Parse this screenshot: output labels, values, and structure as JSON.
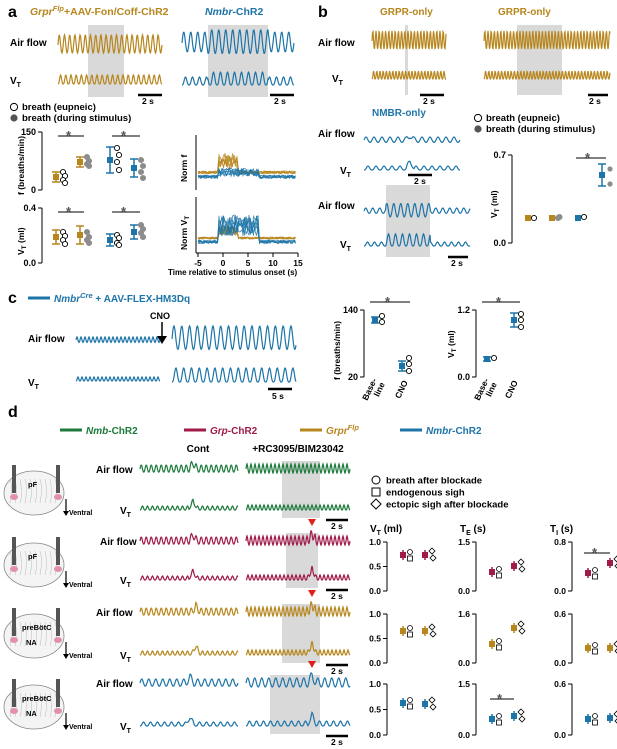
{
  "colors": {
    "grpr": "#b7861d",
    "nmbr": "#1d74a8",
    "nmb": "#1d7a3b",
    "grp": "#a01a4a",
    "shade": "#d9d9d9",
    "arrow": "#e0201b",
    "grey_dot": "#8c8c8c",
    "axis": "#000000"
  },
  "panel_a": {
    "letter": "a",
    "title_left_italic": "Grpr",
    "title_left_sup": "Flp",
    "title_left_rest": "+AAV-Fon/Coff-ChR2",
    "title_right_italic": "Nmbr",
    "title_right_rest": "-ChR2",
    "airflow_label": "Air flow",
    "vt_label": "V",
    "vt_sub": "T",
    "scale_left": "2 s",
    "scale_right": "2 s",
    "legend_eupneic": "breath (eupneic)",
    "legend_stimulus": "breath (during stimulus)",
    "f_ylabel": "f (breaths/min)",
    "f_ticks": [
      "150",
      "0"
    ],
    "vt_ylabel_main": "V",
    "vt_ylabel_sub": "T",
    "vt_ylabel_unit": " (ml)",
    "vt_ticks": [
      "0.4",
      "0.0"
    ],
    "star": "*",
    "norm_f_label": "Norm f",
    "norm_vt_label": "Norm V",
    "norm_vt_sub": "T",
    "time_ticks": [
      "-5",
      "0",
      "5",
      "10",
      "15"
    ],
    "time_label": "Time relative to stimulus onset (s)"
  },
  "panel_b": {
    "letter": "b",
    "grpr_only_1": "GRPR-only",
    "grpr_only_2": "GRPR-only",
    "nmbr_only": "NMBR-only",
    "airflow_label": "Air flow",
    "vt_label": "V",
    "vt_sub": "T",
    "scale": "2 s",
    "legend_eupneic": "breath (eupneic)",
    "legend_stimulus": "breath (during stimulus)",
    "ylabel_main": "V",
    "ylabel_sub": "T",
    "ylabel_unit": " (ml)",
    "ticks": [
      "0.7",
      "0.0"
    ],
    "star": "*"
  },
  "panel_c": {
    "letter": "c",
    "title_italic": "Nmbr",
    "title_sup": "Cre",
    "title_rest": " + AAV-FLEX-HM3Dq",
    "cno_label": "CNO",
    "airflow_label": "Air flow",
    "vt_label": "V",
    "vt_sub": "T",
    "scale": "5 s",
    "f_ylabel": "f (breaths/min)",
    "f_ticks": [
      "140",
      "20"
    ],
    "vt_ylabel_main": "V",
    "vt_ylabel_sub": "T",
    "vt_ylabel_unit": " (ml)",
    "vt_ticks": [
      "1.2",
      "0.0"
    ],
    "x_base_1": "Base-",
    "x_base_2": "line",
    "x_cno": "CNO",
    "star": "*"
  },
  "panel_d": {
    "letter": "d",
    "legend": [
      {
        "name": "Nmb",
        "suffix": "-ChR2",
        "italic": true
      },
      {
        "name": "Grp",
        "suffix": "-ChR2",
        "italic": true
      },
      {
        "name": "Grpr",
        "sup": "Flp",
        "suffix": "",
        "italic": true
      },
      {
        "name": "Nmbr",
        "suffix": "-ChR2",
        "italic": true
      }
    ],
    "col_cont": "Cont",
    "col_treat": "+RC3095/BIM23042",
    "airflow_label": "Air flow",
    "vt_label": "V",
    "vt_sub": "T",
    "scale": "2 s",
    "symbols": [
      "breath after blockade",
      "endogenous sigh",
      "ectopic sigh after blockade"
    ],
    "brain_labels": {
      "pf": "pF",
      "prebotc": "preBötC",
      "na": "NA",
      "ventral": "Ventral"
    },
    "col_vt": "V",
    "col_vt_sub": "T",
    "col_vt_unit": " (ml)",
    "col_te": "T",
    "col_te_sub": "E",
    "col_te_unit": " (s)",
    "col_ti": "T",
    "col_ti_sub": "I",
    "col_ti_unit": " (s)",
    "vt_ticks": [
      "1.0",
      "0.5",
      "0.0"
    ],
    "te_ticks_1": [
      "1.5",
      "0.0"
    ],
    "te_ticks_2": [
      "1.6",
      "0.0"
    ],
    "ti_ticks_1": [
      "0.8",
      "0.0"
    ],
    "ti_ticks_2": [
      "0.6",
      "0.0"
    ],
    "star": "*"
  }
}
